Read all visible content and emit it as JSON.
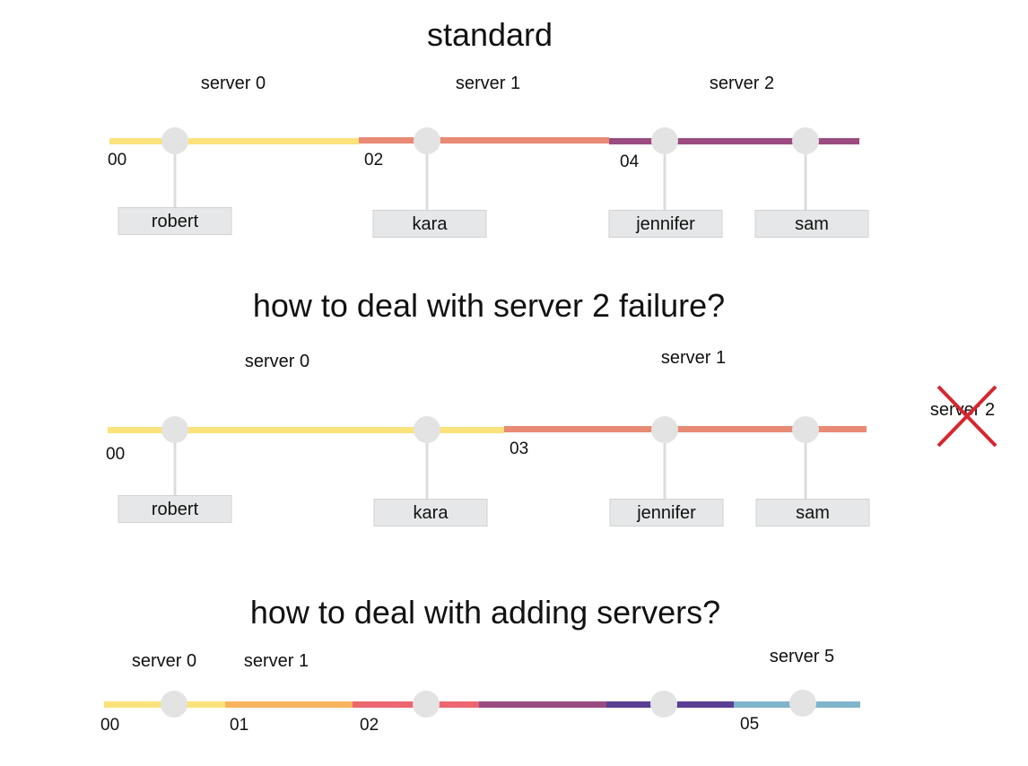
{
  "colors": {
    "yellow": "#fbe27a",
    "salmon": "#e88a74",
    "purple": "#9a4b80",
    "orange": "#f8b35e",
    "red": "#ec6770",
    "indigo": "#5a3f94",
    "teal": "#7fb5cb",
    "node": "#e3e3e4",
    "cross": "#d6262e"
  },
  "section_standard": {
    "title": "standard",
    "servers": [
      "server 0",
      "server 1",
      "server 2"
    ],
    "ticks": [
      "00",
      "02",
      "04"
    ],
    "users": [
      "robert",
      "kara",
      "jennifer",
      "sam"
    ]
  },
  "section_failure": {
    "title": "how to deal with server 2 failure?",
    "servers": [
      "server 0",
      "server 1"
    ],
    "failed_server": "server 2",
    "ticks": [
      "00",
      "03"
    ],
    "users": [
      "robert",
      "kara",
      "jennifer",
      "sam"
    ]
  },
  "section_adding": {
    "title": "how to deal with adding servers?",
    "servers": [
      "server 0",
      "server 1",
      "server 5"
    ],
    "ticks": [
      "00",
      "01",
      "02",
      "05"
    ]
  }
}
